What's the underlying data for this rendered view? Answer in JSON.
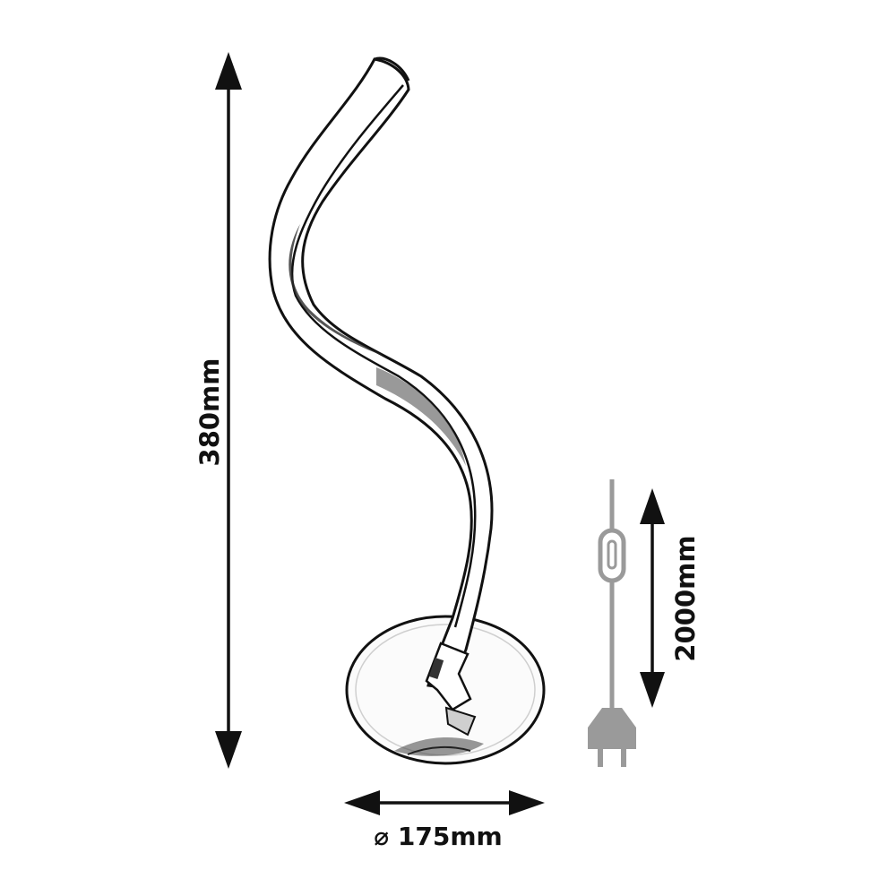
{
  "dimensions": {
    "height_label": "380mm",
    "cable_label": "2000mm",
    "base_diameter_label": "⌀ 175mm"
  },
  "colors": {
    "line": "#111111",
    "cable": "#9a9a9a",
    "background": "#ffffff"
  },
  "icons": {
    "lamp": "spiral-led-table-lamp",
    "plug": "power-plug-icon",
    "switch": "inline-switch-icon"
  }
}
